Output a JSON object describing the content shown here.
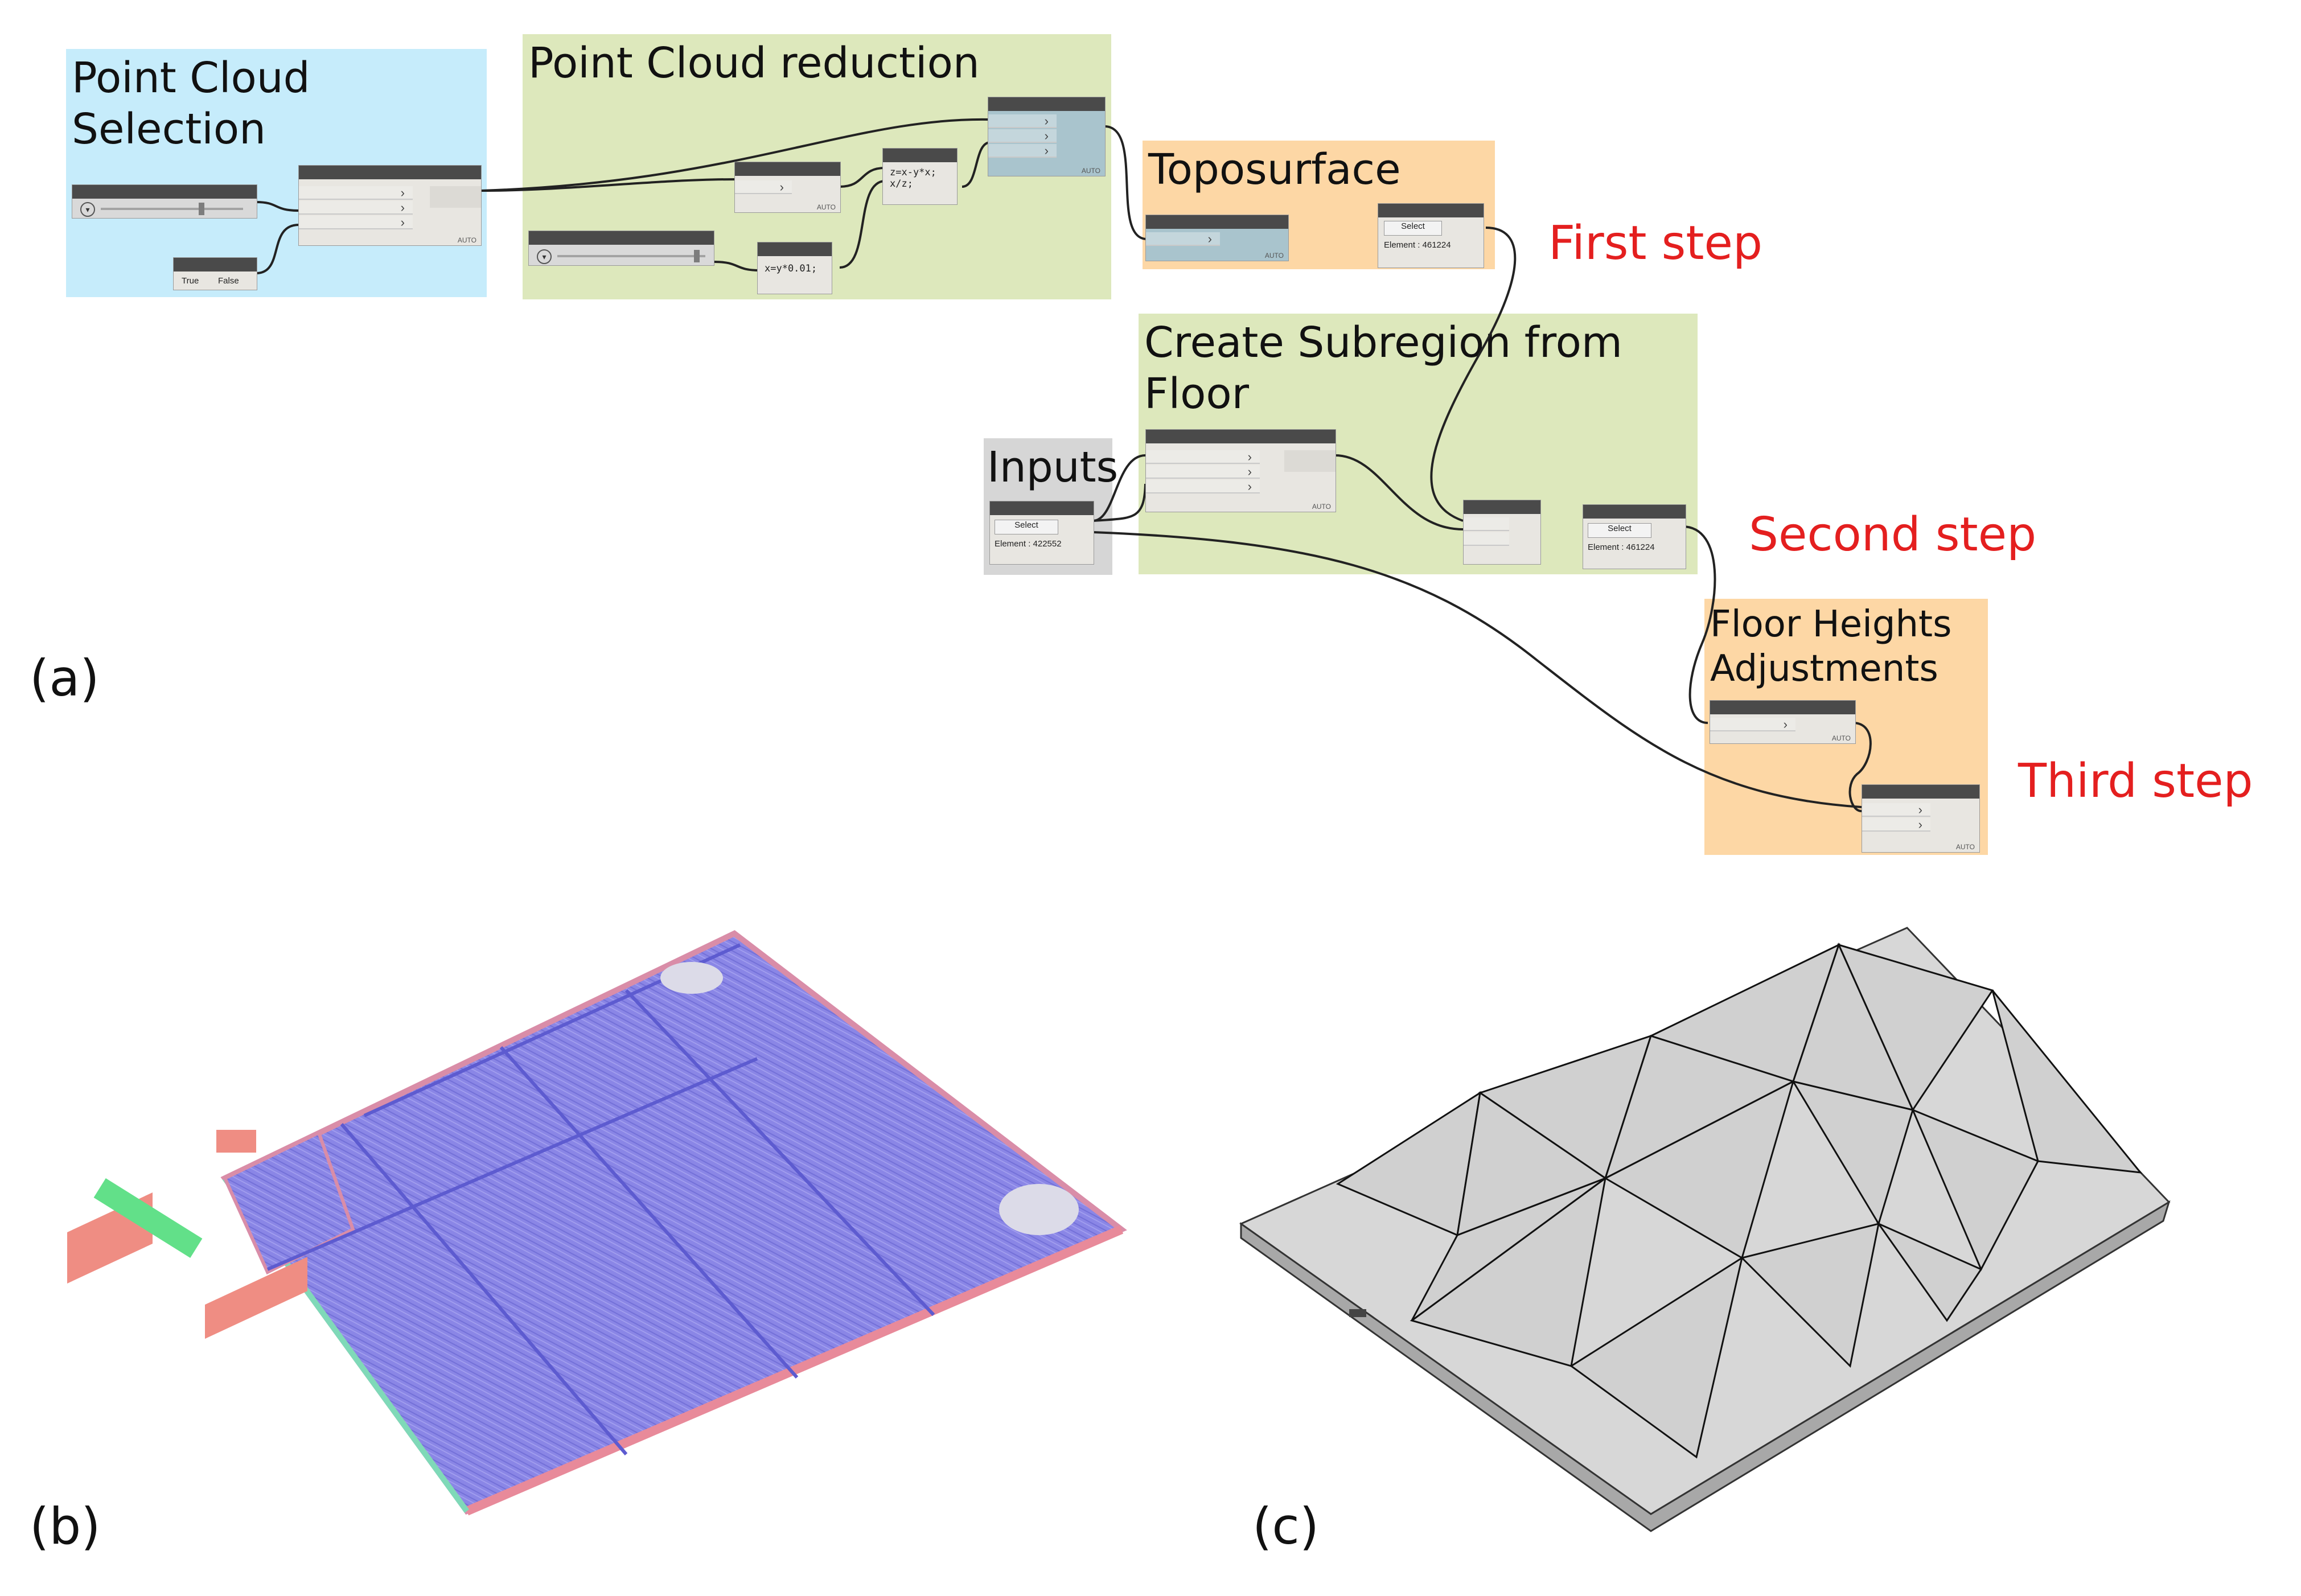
{
  "panel_labels": {
    "a": "(a)",
    "b": "(b)",
    "c": "(c)"
  },
  "groups": {
    "selection": "Point Cloud\nSelection",
    "reduction": "Point Cloud reduction",
    "toposurface": "Toposurface",
    "subregion": "Create Subregion from\nFloor",
    "inputs": "Inputs",
    "floor_heights": "Floor Heights\nAdjustments"
  },
  "steps": {
    "first": "First step",
    "second": "Second step",
    "third": "Third step"
  },
  "nodes": {
    "toggle_true": "True",
    "toggle_false": "False",
    "code_formula": "z=x-y*x;\nx/z;",
    "code_scale": "x=y*0.01;",
    "select_label": "Select",
    "topo_element": "Element : 461224",
    "inputs_element": "Element : 422552",
    "sub_element": "Element : 461224",
    "auto": "AUTO"
  },
  "colors": {
    "blue_group": "#c6ecfb",
    "green_group": "#dde8bc",
    "orange_group": "#fdd7a5",
    "grey_group": "#d6d6d6",
    "step_red": "#e41f1f",
    "point_cloud": "#8a86e6",
    "mesh_face": "#d3d3d3"
  }
}
